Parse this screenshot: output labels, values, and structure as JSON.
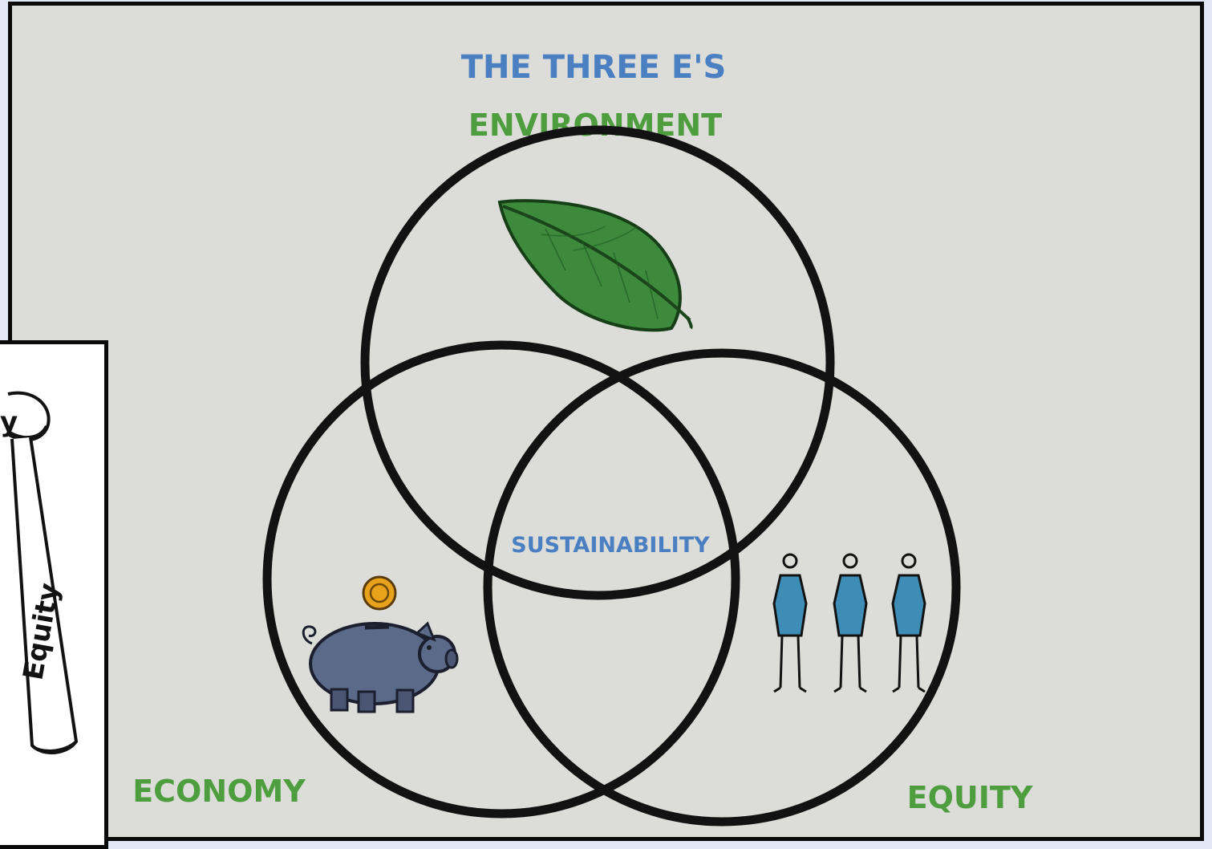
{
  "diagram": {
    "title": "THE THREE E'S",
    "sets": {
      "environment": "ENVIRONMENT",
      "economy": "ECONOMY",
      "equity": "EQUITY"
    },
    "center": "SUSTAINABILITY",
    "icons": {
      "environment": "leaf-icon",
      "economy": "piggy-bank-icon",
      "equity": "people-icon"
    },
    "colors": {
      "title": "#4a7fc1",
      "set_labels": "#4e9e3f",
      "center": "#4a7fc1",
      "circle_outline": "#121212",
      "background": "#dcdcd9"
    }
  },
  "inset": {
    "partial_label": "y",
    "stick_label": "Equity"
  }
}
